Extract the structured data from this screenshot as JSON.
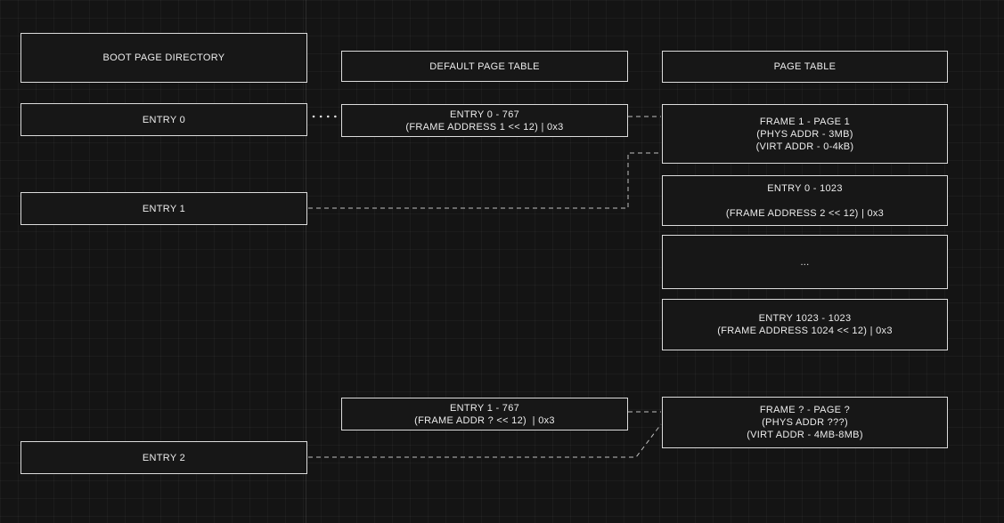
{
  "colors": {
    "background": "#141414",
    "grid_line": "rgba(255,255,255,0.035)",
    "node_fill": "#171717",
    "node_border": "#dcdcdc",
    "text": "#ececec",
    "connector": "#c9c9c9"
  },
  "nodes": {
    "boot_header": {
      "lines": [
        "BOOT PAGE DIRECTORY"
      ]
    },
    "boot_entry0": {
      "lines": [
        "ENTRY 0"
      ]
    },
    "boot_entry1": {
      "lines": [
        "ENTRY 1"
      ]
    },
    "boot_entry2": {
      "lines": [
        "ENTRY 2"
      ]
    },
    "default_pt_header": {
      "lines": [
        "DEFAULT PAGE TABLE"
      ]
    },
    "default_pt_entry0": {
      "lines": [
        "ENTRY 0 - 767",
        "(FRAME ADDRESS 1 << 12) | 0x3"
      ]
    },
    "default_pt_entry1": {
      "lines": [
        "ENTRY 1 - 767",
        "(FRAME ADDR ? << 12)  | 0x3"
      ]
    },
    "pt_header": {
      "lines": [
        "PAGE TABLE"
      ]
    },
    "pt_frame1": {
      "lines": [
        "FRAME 1 - PAGE 1",
        "(PHYS ADDR - 3MB)",
        "(VIRT ADDR - 0-4kB)"
      ]
    },
    "pt_entry0": {
      "lines": [
        "ENTRY 0 - 1023",
        "",
        "(FRAME ADDRESS 2 << 12) | 0x3"
      ]
    },
    "pt_ellipsis": {
      "lines": [
        "..."
      ]
    },
    "pt_entry1023": {
      "lines": [
        "ENTRY 1023 - 1023",
        "(FRAME ADDRESS 1024 << 12) | 0x3"
      ]
    },
    "pt_frame_q": {
      "lines": [
        "FRAME ? - PAGE ?",
        "(PHYS ADDR ???)",
        "(VIRT ADDR - 4MB-8MB)"
      ]
    }
  }
}
